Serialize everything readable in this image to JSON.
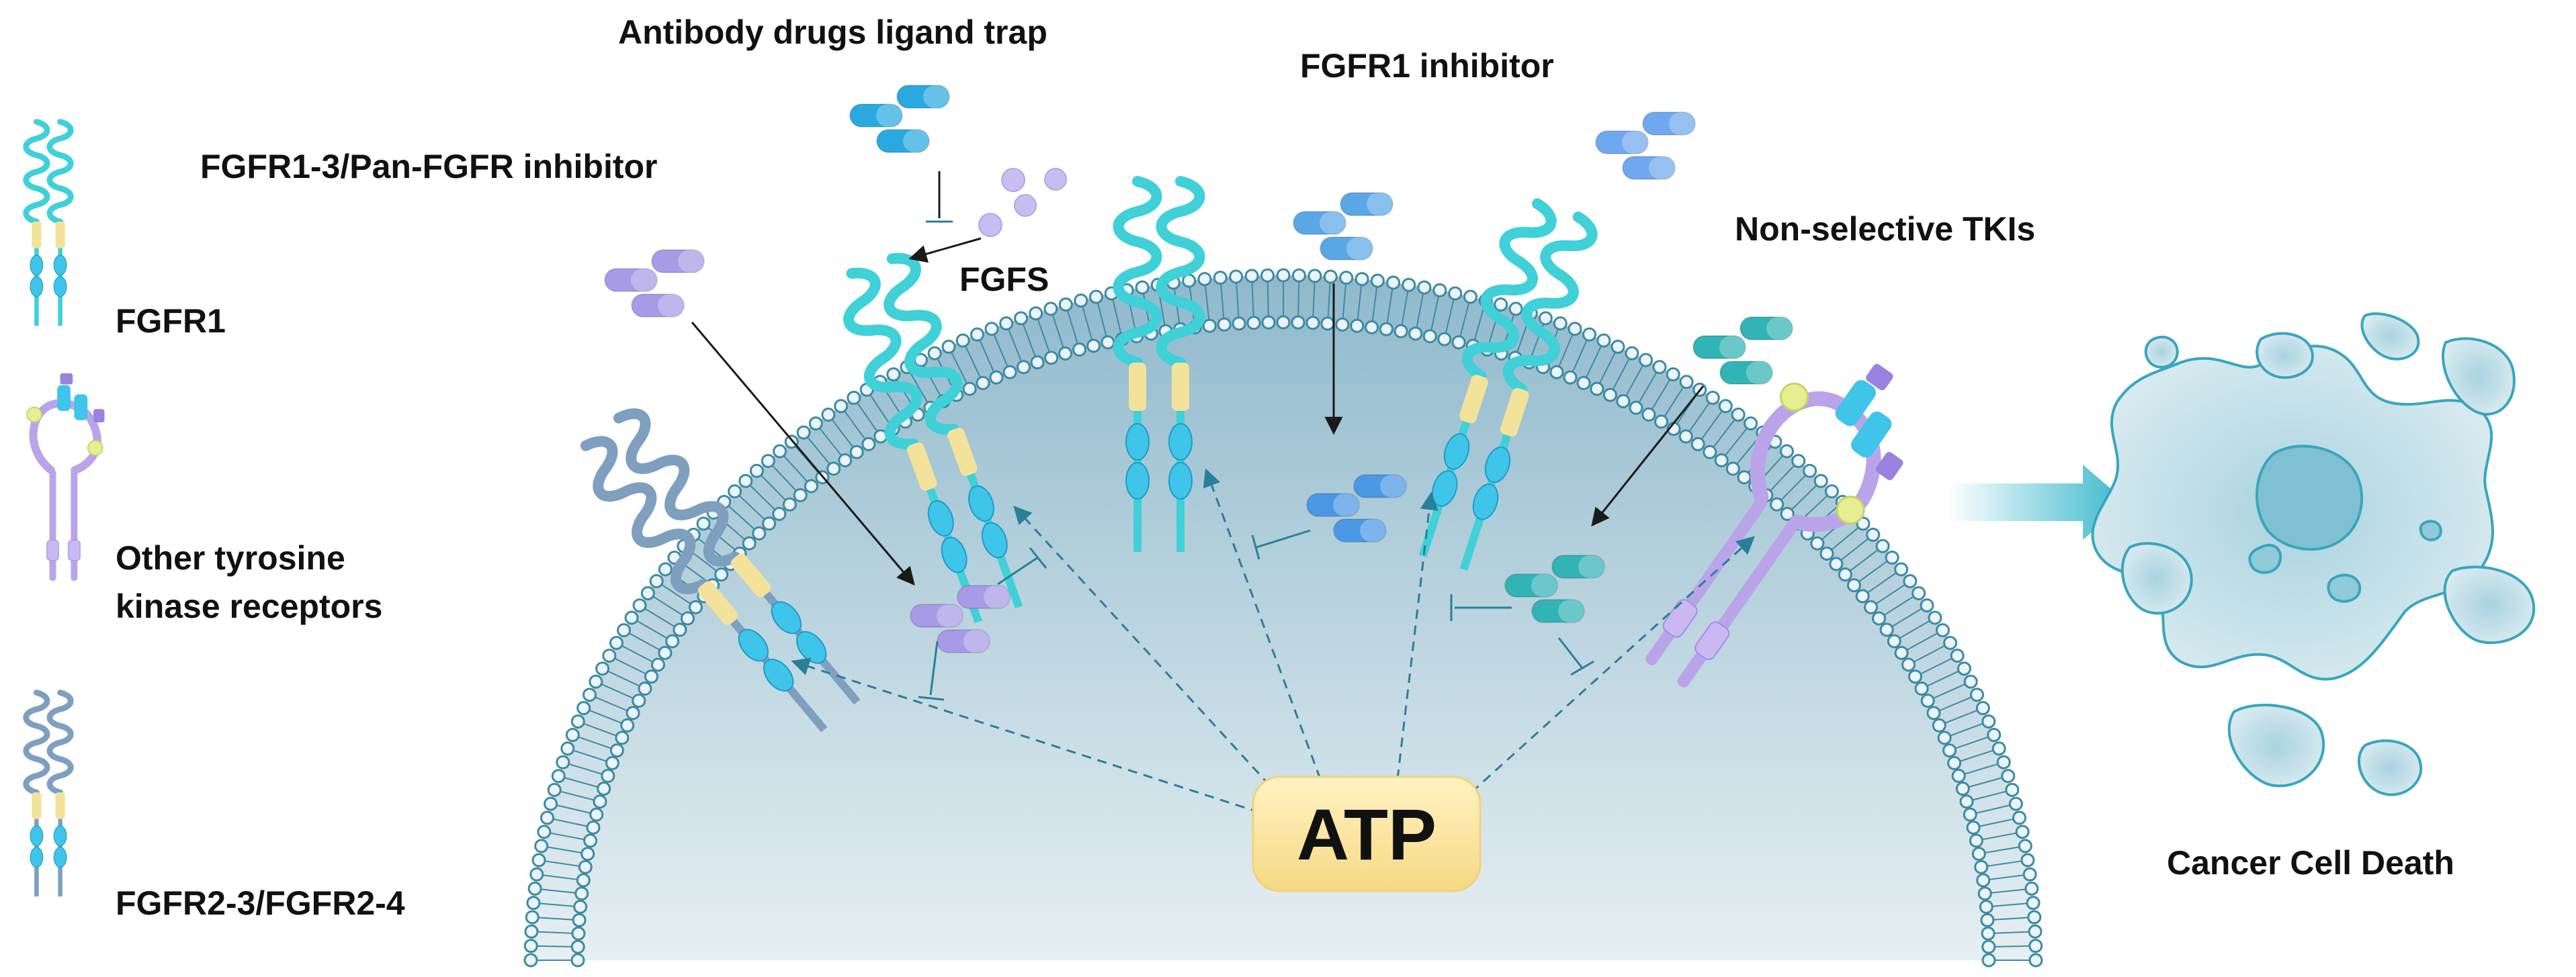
{
  "labels": {
    "antibody": "Antibody drugs ligand trap",
    "fgfr1_inhibitor": "FGFR1 inhibitor",
    "pan_fgfr": "FGFR1-3/Pan-FGFR inhibitor",
    "fgfs": "FGFS",
    "non_selective": "Non-selective TKIs",
    "atp": "ATP",
    "cancer_cell_death": "Cancer Cell Death"
  },
  "legend": {
    "fgfr1": "FGFR1",
    "other_line1": "Other tyrosine",
    "other_line2": "kinase receptors",
    "fgfr2": "FGFR2-3/FGFR2-4"
  },
  "colors": {
    "cytoplasm_top": "#9cc3d4",
    "cytoplasm_bottom": "#e4eef1",
    "membrane": "#3d8aa3",
    "fgfr1_receptor": "#3fd0d8",
    "fgfr2_receptor": "#7f9fbf",
    "other_receptor": "#b9a4ea",
    "transmembrane": "#f3e29a",
    "kinase_domain": "#3fc4ea",
    "drug_blue": "#2aa9e0",
    "drug_purple": "#a79ae6",
    "drug_teal": "#32b3b6",
    "atp_box": "#fbe6a2",
    "cancer_cell": "#bfe0e8",
    "arrow": "#5fc6d4"
  }
}
